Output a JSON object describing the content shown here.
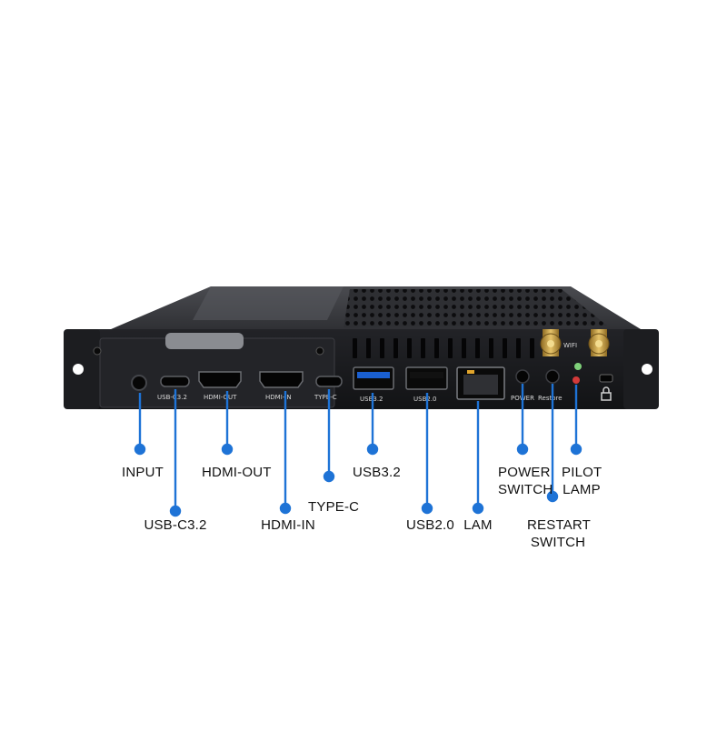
{
  "colors": {
    "background": "#ffffff",
    "chassis_top": "#3a3b3f",
    "chassis_front": "#17181b",
    "callout_line": "#1e73d6",
    "callout_dot": "#1e73d6",
    "usb3_blue": "#1a5fd0",
    "antenna_gold": "#c9a24a"
  },
  "panel_labels": {
    "usb_c32": "USB-C3.2",
    "hdmi_out": "HDMI-OUT",
    "hdmi_in": "HDMI-IN",
    "type_c": "TYPE-C",
    "usb32": "USB3.2",
    "usb20": "USB2.0",
    "power": "POWER",
    "restore": "Restore",
    "wifi": "WIFI"
  },
  "callouts": {
    "input": [
      "INPUT"
    ],
    "usb_c32": [
      "USB-C3.2"
    ],
    "hdmi_out": [
      "HDMI-OUT"
    ],
    "hdmi_in": [
      "HDMI-IN"
    ],
    "type_c": [
      "TYPE-C"
    ],
    "usb32": [
      "USB3.2"
    ],
    "usb20": [
      "USB2.0"
    ],
    "lam": [
      "LAM"
    ],
    "power_switch": [
      "POWER",
      "SWITCH"
    ],
    "restart_switch": [
      "RESTART",
      "SWITCH"
    ],
    "pilot_lamp": [
      "PILOT",
      "LAMP"
    ]
  }
}
